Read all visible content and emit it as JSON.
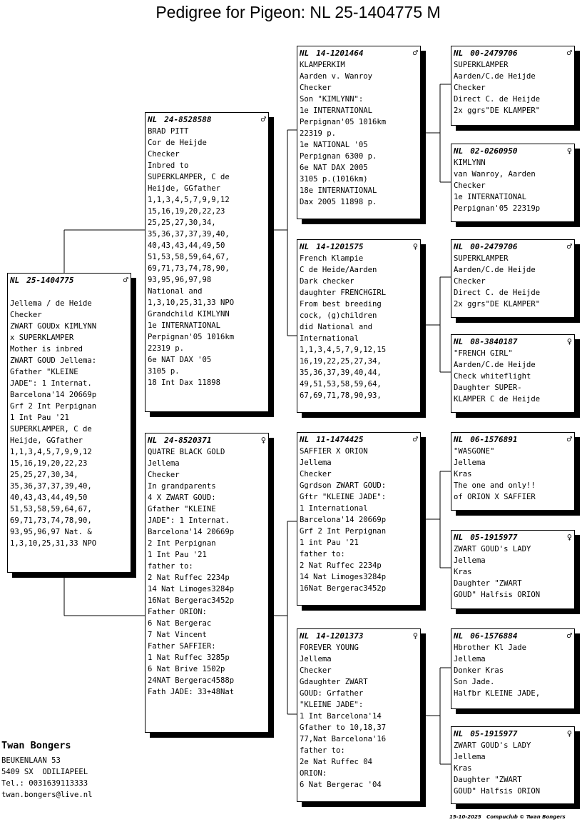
{
  "title": "Pedigree for Pigeon: NL  25-1404775 M",
  "cards": [
    {
      "pfx": "NL",
      "id": "25-1404775",
      "sex": "♂",
      "blank_first": true,
      "lines": [
        "Jellema / de Heide",
        "Checker",
        "ZWART GOUDx KIMLYNN",
        "x SUPERKLAMPER",
        "Mother is inbred",
        "ZWART GOUD Jellema:",
        "Gfather \"KLEINE",
        "JADE\": 1 Internat.",
        "Barcelona'14 20669p",
        "Grf 2 Int Perpignan",
        "1 Int Pau '21",
        "SUPERKLAMPER, C de",
        "Heijde, GGfather",
        "1,1,3,4,5,7,9,9,12",
        "15,16,19,20,22,23",
        "25,25,27,30,34,",
        "35,36,37,37,39,40,",
        "40,43,43,44,49,50",
        "51,53,58,59,64,67,",
        "69,71,73,74,78,90,",
        "93,95,96,97 Nat. &",
        "1,3,10,25,31,33 NPO"
      ]
    },
    {
      "pfx": "NL",
      "id": "24-8528588",
      "sex": "♂",
      "lines": [
        "BRAD PITT",
        "Cor de Heijde",
        "Checker",
        "Inbred to",
        "SUPERKLAMPER, C de",
        "Heijde, GGfather",
        "1,1,3,4,5,7,9,9,12",
        "15,16,19,20,22,23",
        "25,25,27,30,34,",
        "35,36,37,37,39,40,",
        "40,43,43,44,49,50",
        "51,53,58,59,64,67,",
        "69,71,73,74,78,90,",
        "93,95,96,97,98",
        "National and",
        "1,3,10,25,31,33 NPO",
        "Grandchild KIMLYNN",
        "1e INTERNATIONAL",
        "Perpignan'05 1016km",
        "22319 p.",
        "6e NAT DAX '05",
        "3105 p.",
        "18 Int Dax 11898"
      ]
    },
    {
      "pfx": "NL",
      "id": "24-8520371",
      "sex": "♀",
      "lines": [
        "QUATRE BLACK GOLD",
        "Jellema",
        "Checker",
        "In grandparents",
        "4 X ZWART GOUD:",
        "Gfather \"KLEINE",
        "JADE\": 1 Internat.",
        "Barcelona'14 20669p",
        "2 Int Perpignan",
        "1 Int Pau '21",
        "father to:",
        "2 Nat Ruffec 2234p",
        "14 Nat Limoges3284p",
        "16Nat Bergerac3452p",
        "Father ORION:",
        "6 Nat Bergerac",
        "7 Nat Vincent",
        "Father SAFFIER:",
        "1 Nat Ruffec 3285p",
        "6 Nat Brive 1502p",
        "24NAT Bergerac4588p",
        "Fath JADE: 33+48Nat"
      ]
    },
    {
      "pfx": "NL",
      "id": "14-1201464",
      "sex": "♂",
      "lines": [
        "KLAMPERKIM",
        "Aarden v. Wanroy",
        "Checker",
        "Son \"KIMLYNN\":",
        "1e INTERNATIONAL",
        "Perpignan'05 1016km",
        "22319 p.",
        "1e NATIONAL '05",
        "Perpignan 6300 p.",
        "6e NAT DAX 2005",
        "3105 p.(1016km)",
        "18e INTERNATIONAL",
        "Dax 2005 11898 p."
      ]
    },
    {
      "pfx": "NL",
      "id": "14-1201575",
      "sex": "♀",
      "lines": [
        "French Klampie",
        "C de Heide/Aarden",
        "Dark checker",
        "daughter FRENCHGIRL",
        "From best breeding",
        "cock, (g)children",
        "did National and",
        "International",
        "1,1,3,4,5,7,9,12,15",
        "16,19,22,25,27,34,",
        "35,36,37,39,40,44,",
        "49,51,53,58,59,64,",
        "67,69,71,78,90,93,"
      ]
    },
    {
      "pfx": "NL",
      "id": "11-1474425",
      "sex": "♂",
      "lines": [
        "SAFFIER X ORION",
        "Jellema",
        "Checker",
        "Ggrdson ZWART GOUD:",
        "Gftr \"KLEINE JADE\":",
        "1 International",
        "Barcelona'14 20669p",
        "Grf 2 Int Perpignan",
        "1 int Pau '21",
        "father to:",
        "2 Nat Ruffec 2234p",
        "14 Nat Limoges3284p",
        "16Nat Bergerac3452p"
      ]
    },
    {
      "pfx": "NL",
      "id": "14-1201373",
      "sex": "♀",
      "lines": [
        "FOREVER YOUNG",
        "Jellema",
        "Checker",
        "Gdaughter ZWART",
        "GOUD: Grfather",
        "\"KLEINE JADE\":",
        "1 Int Barcelona'14",
        "Gfather to 10,18,37",
        "77,Nat Barcelona'16",
        "father to:",
        "2e Nat Ruffec 04",
        "ORION:",
        "6 Nat Bergerac '04"
      ]
    },
    {
      "pfx": "NL",
      "id": "00-2479706",
      "sex": "♂",
      "lines": [
        "SUPERKLAMPER",
        "Aarden/C.de Heijde",
        "Checker",
        "Direct C. de Heijde",
        "2x ggrs\"DE KLAMPER\""
      ]
    },
    {
      "pfx": "NL",
      "id": "02-0260950",
      "sex": "♀",
      "lines": [
        "KIMLYNN",
        "van Wanroy, Aarden",
        "Checker",
        "1e INTERNATIONAL",
        "Perpignan'05 22319p"
      ]
    },
    {
      "pfx": "NL",
      "id": "00-2479706",
      "sex": "♂",
      "lines": [
        "SUPERKLAMPER",
        "Aarden/C.de Heijde",
        "Checker",
        "Direct C. de Heijde",
        "2x ggrs\"DE KLAMPER\""
      ]
    },
    {
      "pfx": "NL",
      "id": "08-3840187",
      "sex": "♀",
      "lines": [
        "\"FRENCH GIRL\"",
        "Aarden/C.de Heijde",
        "Check whiteflight",
        "Daughter SUPER-",
        "KLAMPER C de Heijde"
      ]
    },
    {
      "pfx": "NL",
      "id": "06-1576891",
      "sex": "♂",
      "lines": [
        "\"WASGONE\"",
        "Jellema",
        "Kras",
        "The one and only!!",
        "of ORION X SAFFIER"
      ]
    },
    {
      "pfx": "NL",
      "id": "05-1915977",
      "sex": "♀",
      "lines": [
        "ZWART GOUD's LADY",
        "Jellema",
        "Kras",
        "Daughter \"ZWART",
        "GOUD\" Halfsis ORION"
      ]
    },
    {
      "pfx": "NL",
      "id": "06-1576884",
      "sex": "♂",
      "lines": [
        "Hbrother Kl Jade",
        "Jellema",
        "Donker Kras",
        "Son Jade.",
        "Halfbr KLEINE JADE,"
      ]
    },
    {
      "pfx": "NL",
      "id": "05-1915977",
      "sex": "♀",
      "lines": [
        "ZWART GOUD's LADY",
        "Jellema",
        "Kras",
        "Daughter \"ZWART",
        "GOUD\" Halfsis ORION"
      ]
    }
  ],
  "owner": {
    "name": "Twan Bongers",
    "lines": [
      "BEUKENLAAN 53",
      "5409 SX  ODILIAPEEL",
      "Tel.: 0031639113333",
      "twan.bongers@live.nl"
    ]
  },
  "footer": "15-10-2025   Compuclub © Twan Bongers"
}
